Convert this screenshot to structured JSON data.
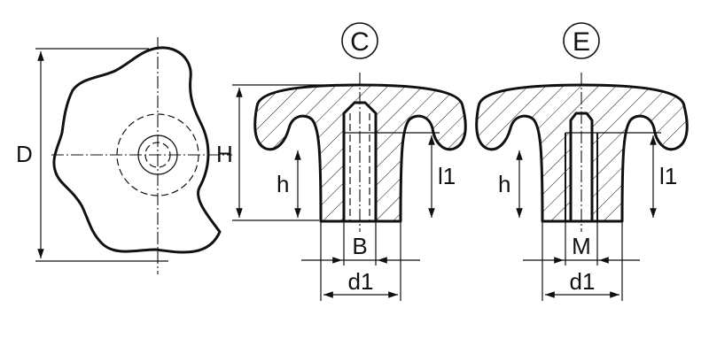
{
  "labels": {
    "D": "D",
    "H": "H",
    "h_c": "h",
    "l1_c": "l1",
    "B": "B",
    "d1_c": "d1",
    "h_e": "h",
    "l1_e": "l1",
    "M": "M",
    "d1_e": "d1"
  },
  "variants": {
    "C": "C",
    "E": "E"
  }
}
